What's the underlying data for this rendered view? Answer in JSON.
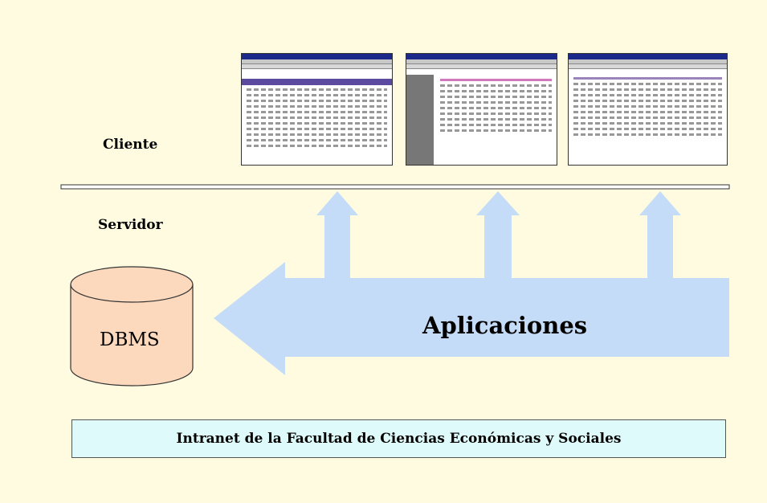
{
  "labels": {
    "client": "Cliente",
    "server": "Servidor",
    "database": "DBMS",
    "applications": "Aplicaciones",
    "footer": "Intranet de la Facultad de Ciencias Económicas y Sociales"
  },
  "colors": {
    "background": "#fefbe0",
    "arrow": "#c5dcf8",
    "cylinder": "#fcd9bd",
    "footer_box": "#dffafa"
  },
  "screenshots_count": 3
}
